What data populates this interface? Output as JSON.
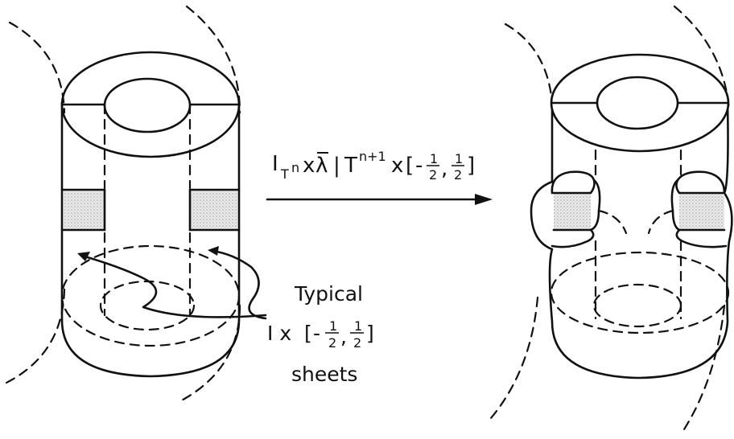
{
  "map_label": {
    "id1": "I",
    "id1_sub": "T",
    "id1_sup": "n",
    "times1": "x",
    "lambda": "λ",
    "restrict_bar": "|",
    "torus": "T",
    "torus_sup": "n+1",
    "times2": "x",
    "interval_open": "[",
    "neg_half_num": "1",
    "neg_half_den": "2",
    "neg_sign": "-",
    "comma": ",",
    "pos_half_num": "1",
    "pos_half_den": "2",
    "interval_close": "]"
  },
  "annotation": {
    "line1": "Typical",
    "line2_prefix": "I x",
    "open": "[",
    "neg_sign": "-",
    "neg_num": "1",
    "neg_den": "2",
    "comma": ",",
    "pos_num": "1",
    "pos_den": "2",
    "close": "]",
    "line3": "sheets"
  }
}
